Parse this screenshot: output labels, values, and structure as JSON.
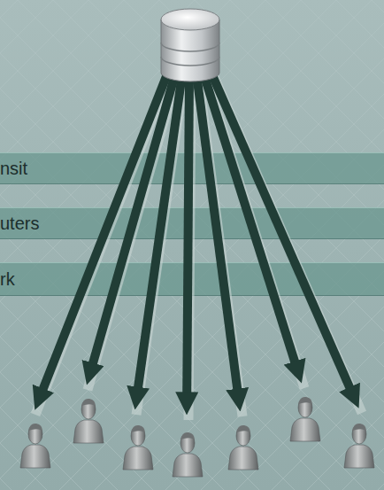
{
  "diagram": {
    "nodes": [
      {
        "text": [
          "nsit"
        ]
      },
      {
        "text": [
          "uters"
        ]
      },
      {
        "text": [
          "rk"
        ]
      }
    ]
  }
}
